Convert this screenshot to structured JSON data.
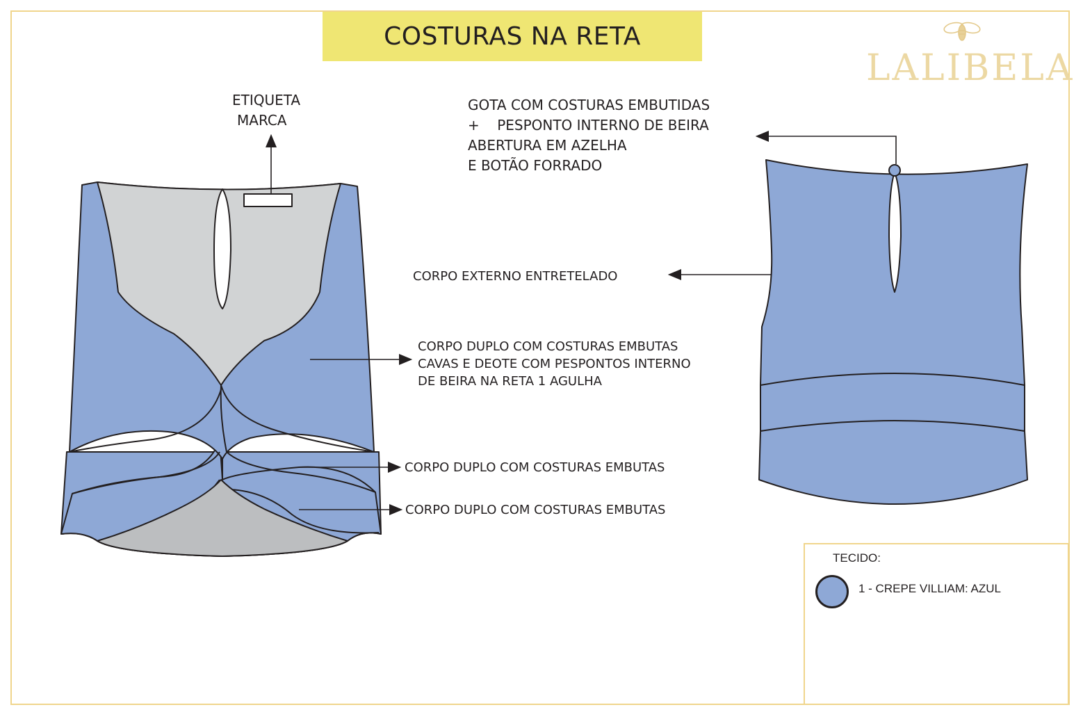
{
  "title": "COSTURAS NA RETA",
  "brand": "LALIBELA",
  "colors": {
    "fabric": "#8ea8d6",
    "lining": "#d1d3d4",
    "lining_dark": "#bcbec0",
    "accent_yellow": "#efe673",
    "frame_gold": "#f0d58c",
    "ink": "#231f20"
  },
  "front_labels": {
    "label_tag_line1": "ETIQUETA",
    "label_tag_line2": "MARCA",
    "double_body_line1": "CORPO DUPLO COM COSTURAS EMBUTAS",
    "double_body_line2": "CAVAS E DEOTE COM PESPONTOS INTERNO",
    "double_body_line3": "DE BEIRA NA RETA 1 AGULHA",
    "tier1": "CORPO DUPLO COM COSTURAS EMBUTAS",
    "tier2": "CORPO DUPLO COM COSTURAS EMBUTAS"
  },
  "back_labels": {
    "drop_line1": "GOTA COM COSTURAS EMBUTIDAS",
    "drop_line2": "+    PESPONTO INTERNO DE BEIRA",
    "drop_line3": "ABERTURA EM AZELHA",
    "drop_line4": "E BOTÃO FORRADO",
    "outer_body": "CORPO EXTERNO ENTRETELADO"
  },
  "legend": {
    "title": "TECIDO:",
    "items": [
      {
        "label": "1 - CREPE VILLIAM: AZUL",
        "icon": "fabric-swatch-icon",
        "color": "#8ea8d6"
      }
    ]
  }
}
